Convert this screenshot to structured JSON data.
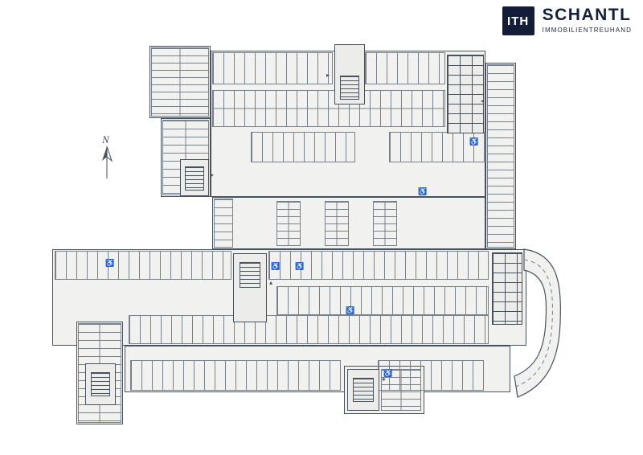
{
  "brand": {
    "monogram": "ITH",
    "name": "SCHANTL",
    "subtitle": "IMMOBILIENTREUHAND",
    "navy": "#131d38"
  },
  "compass": {
    "label": "N"
  },
  "plan": {
    "colors": {
      "wall": "#47525f",
      "fill": "#f1f1ef",
      "divider": "#77818c"
    },
    "icons": {
      "accessible": "♿",
      "arrow_right": "▸",
      "arrow_left": "◂",
      "arrow_up": "▴"
    }
  }
}
